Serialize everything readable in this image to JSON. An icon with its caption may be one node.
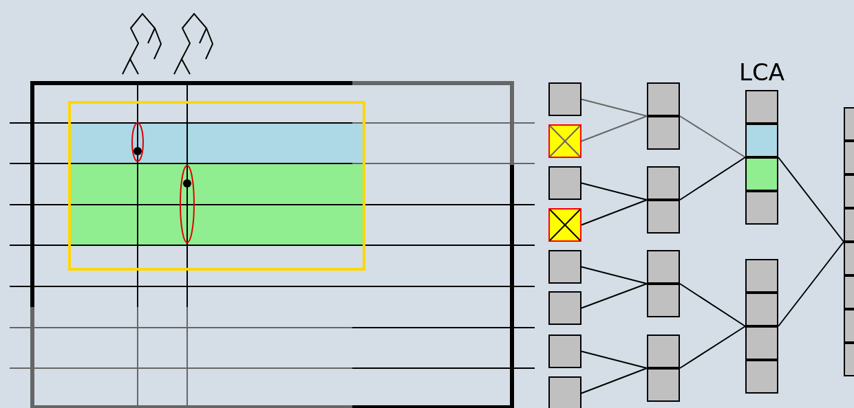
{
  "diagram": {
    "nodes": [
      {
        "text": [],
        "shape": "box"
      },
      {
        "text": [],
        "shape": "box"
      },
      {
        "text": [],
        "shape": "box"
      },
      {
        "text": [],
        "shape": "box"
      },
      {
        "text": [],
        "shape": "box"
      },
      {
        "text": [],
        "shape": "box"
      },
      {
        "text": [],
        "shape": "box"
      },
      {
        "text": [],
        "shape": "box"
      },
      {
        "text": [],
        "shape": "box"
      },
      {
        "text": [],
        "shape": "box"
      },
      {
        "text": [],
        "shape": "box"
      },
      {
        "text": [],
        "shape": "box"
      },
      {
        "text": [
          "LCA"
        ]
      },
      {
        "text": [],
        "shape": "box"
      },
      {
        "text": [],
        "shape": "box"
      }
    ],
    "edges": [
      {
        "from": 0,
        "to": 8,
        "arrow": "none",
        "color": "#666666"
      },
      {
        "from": 1,
        "to": 8,
        "arrow": "none",
        "color": "#666666"
      },
      {
        "from": 2,
        "to": 9,
        "arrow": "none"
      },
      {
        "from": 3,
        "to": 9,
        "arrow": "none"
      },
      {
        "from": 4,
        "to": 10,
        "arrow": "none"
      },
      {
        "from": 5,
        "to": 10,
        "arrow": "none"
      },
      {
        "from": 6,
        "to": 11,
        "arrow": "none"
      },
      {
        "from": 7,
        "to": 11,
        "arrow": "none"
      },
      {
        "from": 8,
        "to": 12,
        "arrow": "none",
        "color": "#666666"
      },
      {
        "from": 9,
        "to": 12,
        "arrow": "none"
      },
      {
        "from": 10,
        "to": 13,
        "arrow": "none"
      },
      {
        "from": 11,
        "to": 13,
        "arrow": "none"
      },
      {
        "from": 12,
        "to": 14,
        "arrow": "none"
      },
      {
        "from": 13,
        "to": 14,
        "arrow": "none"
      }
    ]
  }
}
